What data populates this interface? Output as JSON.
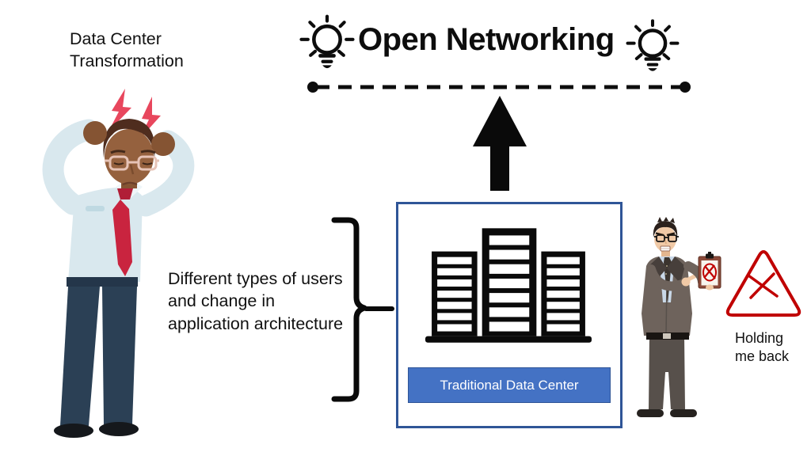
{
  "slide": {
    "title": "Open Networking",
    "top_left_note": "Data Center Transformation",
    "brace_note": "Different types of users and change in application architecture",
    "blocker_note": "Holding me back",
    "data_center_caption": "Traditional Data Center"
  },
  "icons": {
    "title_left": "lightbulb-icon",
    "title_right": "lightbulb-icon",
    "center_box": "server-towers-icon",
    "blocker": "warning-triangle-x-icon",
    "connector": "up-arrow",
    "divider": "dashed-line-with-end-dots",
    "grouping": "right-curly-brace"
  },
  "figures": {
    "left": "stressed man holding head with red lightning bolts",
    "right": "angry manager pointing at clipboard with red cross mark"
  },
  "colors": {
    "ink": "#0D0D0D",
    "box_border_blue": "#2F5597",
    "caption_fill_blue": "#4472C4",
    "caption_text": "#FFFFFF",
    "warning_red": "#C00000",
    "bolt_pink_red": "#E8475D",
    "tie_red": "#C9243F",
    "shirt_pale_blue": "#D9E8EE",
    "pants_navy": "#2B4055",
    "skin_brown": "#95613E",
    "suit_taupe": "#6E635C",
    "skin_light": "#F0C9A6",
    "clipboard_brown": "#8B4A3A"
  }
}
